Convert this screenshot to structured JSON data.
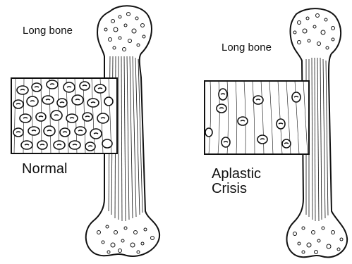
{
  "left_panel": {
    "bone_label": "Long bone",
    "caption": "Normal"
  },
  "right_panel": {
    "bone_label": "Long bone",
    "caption_line1": "Aplastic",
    "caption_line2": "Crisis"
  },
  "colors": {
    "ink": "#111111",
    "background": "#ffffff"
  }
}
